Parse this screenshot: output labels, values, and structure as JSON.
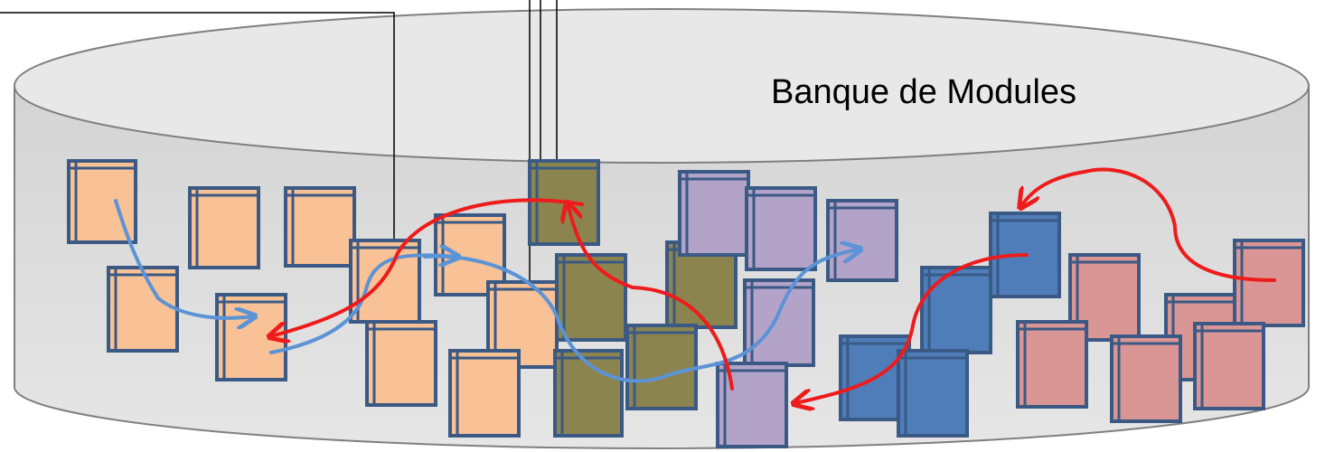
{
  "title": "Banque de Modules",
  "colors": {
    "cylinder_side": "#dcdcdc",
    "cylinder_top": "#e8e8e8",
    "cylinder_stroke": "#7f7f7f",
    "module_stroke": "#3a5a85",
    "orange": "#f8c196",
    "olive": "#8c844f",
    "purple": "#b4a3c8",
    "blue": "#4f7db9",
    "pink": "#d99694",
    "arrow_blue": "#5b93d6",
    "arrow_red": "#ee1b1b",
    "connector": "#000000"
  },
  "modules": [
    {
      "group": "orange"
    },
    {
      "group": "orange"
    },
    {
      "group": "orange"
    },
    {
      "group": "orange"
    },
    {
      "group": "orange"
    },
    {
      "group": "orange"
    },
    {
      "group": "orange"
    },
    {
      "group": "orange"
    },
    {
      "group": "orange"
    },
    {
      "group": "orange"
    },
    {
      "group": "olive"
    },
    {
      "group": "olive"
    },
    {
      "group": "olive"
    },
    {
      "group": "olive"
    },
    {
      "group": "olive"
    },
    {
      "group": "purple"
    },
    {
      "group": "purple"
    },
    {
      "group": "purple"
    },
    {
      "group": "purple"
    },
    {
      "group": "purple"
    },
    {
      "group": "blue"
    },
    {
      "group": "blue"
    },
    {
      "group": "blue"
    },
    {
      "group": "blue"
    },
    {
      "group": "blue"
    },
    {
      "group": "pink"
    },
    {
      "group": "pink"
    },
    {
      "group": "pink"
    },
    {
      "group": "pink"
    },
    {
      "group": "pink"
    },
    {
      "group": "pink"
    }
  ],
  "flows": [
    {
      "color": "arrow_blue"
    },
    {
      "color": "arrow_blue"
    },
    {
      "color": "arrow_blue"
    },
    {
      "color": "arrow_red"
    },
    {
      "color": "arrow_red"
    },
    {
      "color": "arrow_red"
    },
    {
      "color": "arrow_red"
    }
  ]
}
